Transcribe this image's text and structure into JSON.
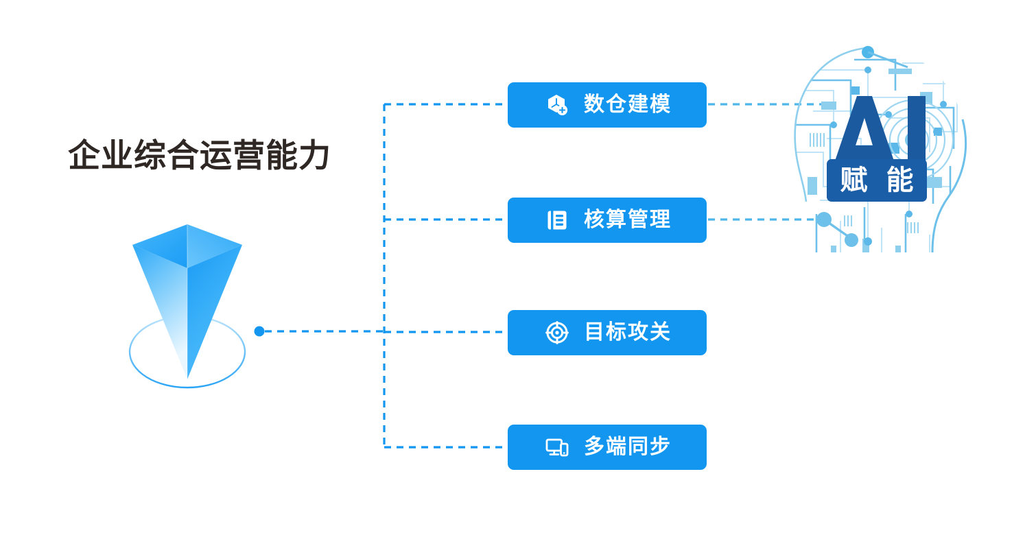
{
  "title": "企业综合运营能力",
  "colors": {
    "accent_blue": "#1296f0",
    "title_text": "#2e2723",
    "box_text": "#ffffff",
    "ai_dark_blue": "#1b5ea8",
    "ai_circuit_light": "#5bb8e8",
    "ai_circuit_pale": "#9ed6f2",
    "pyramid_blue": "#29a6f7",
    "connector_dash": "#1296f0"
  },
  "hero": {
    "name": "inverted-pyramid-graphic",
    "icon": "pyramid-icon",
    "ring": "base-ellipse-ring",
    "node": "root-connector-node"
  },
  "features": [
    {
      "label": "数仓建模",
      "icon": "cube-plus-icon"
    },
    {
      "label": "核算管理",
      "icon": "list-document-icon"
    },
    {
      "label": "目标攻关",
      "icon": "target-crosshair-icon"
    },
    {
      "label": "多端同步",
      "icon": "multi-device-icon"
    }
  ],
  "ai": {
    "letters": "AI",
    "badge": "赋 能",
    "graphic": "circuit-brain-head-icon"
  },
  "connectors": {
    "trunk": "vertical-dashed-trunk",
    "root_branch": "root-to-trunk-dashed-line",
    "to_ai": [
      "branch-box-1-to-ai",
      "branch-box-2-to-ai"
    ]
  }
}
